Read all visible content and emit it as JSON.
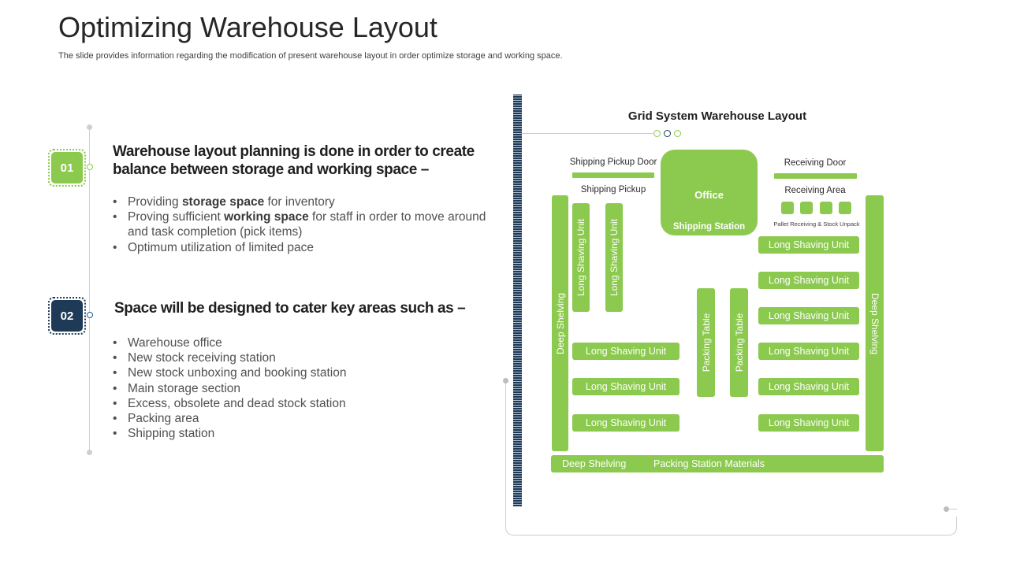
{
  "header": {
    "title": "Optimizing  Warehouse Layout",
    "subtitle": "The slide provides information regarding the modification of present warehouse layout in order optimize storage and working space."
  },
  "colors": {
    "green": "#8cc94f",
    "navy": "#1e3a56"
  },
  "section1": {
    "badge": "01",
    "heading_line1": "Warehouse layout planning is done in order to create",
    "heading_line2": "balance between storage and working space  –",
    "b1_pre": "Providing ",
    "b1_bold": "storage space",
    "b1_post": " for inventory",
    "b2_pre": "Proving sufficient ",
    "b2_bold": "working space",
    "b2_post": " for staff in order to move around and task completion (pick items)",
    "b3": "Optimum utilization of limited pace"
  },
  "section2": {
    "badge": "02",
    "heading": "Space will be designed to cater key areas such as –",
    "items": [
      "Warehouse office",
      "New stock receiving station",
      "New stock unboxing and booking station",
      "Main storage section",
      "Excess, obsolete and dead stock station",
      "Packing area",
      "Shipping station"
    ]
  },
  "diagram": {
    "title": "Grid System Warehouse Layout",
    "shipping_pickup_door": "Shipping Pickup Door",
    "shipping_pickup": "Shipping Pickup",
    "office": "Office",
    "shipping_station": "Shipping  Station",
    "receiving_door": "Receiving Door",
    "receiving_area": "Receiving Area",
    "pallet_note": "Pallet Receiving  & Stock  Unpack",
    "deep_shelving_left": "Deep  Shelving",
    "deep_shelving_right": "Deep Shelving",
    "vertical_unit": "Long Shaving Unit",
    "packing_table": "Packing Table",
    "long_unit": "Long Shaving Unit",
    "bottom_deep_shelving": "Deep Shelving",
    "bottom_packing_materials": "Packing Station Materials"
  }
}
